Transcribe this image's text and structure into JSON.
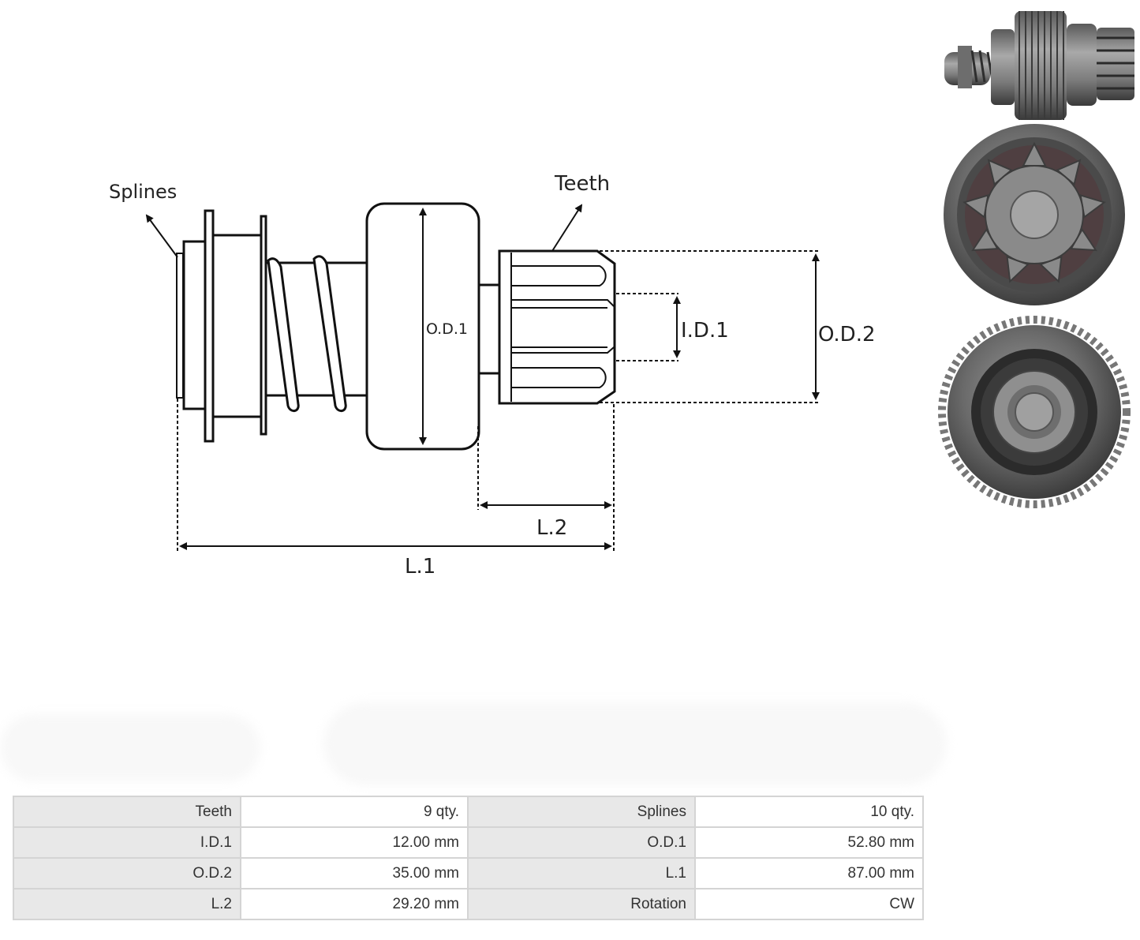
{
  "diagram": {
    "labels": {
      "splines": "Splines",
      "teeth": "Teeth",
      "od1": "O.D.1",
      "id1": "I.D.1",
      "od2": "O.D.2",
      "l2": "L.2",
      "l1": "L.1"
    },
    "photos": [
      "side-view-photo",
      "pinion-end-photo",
      "ring-gear-end-photo"
    ]
  },
  "specs": {
    "rows": [
      [
        {
          "key": "Teeth",
          "value": "9 qty."
        },
        {
          "key": "Splines",
          "value": "10 qty."
        }
      ],
      [
        {
          "key": "I.D.1",
          "value": "12.00 mm"
        },
        {
          "key": "O.D.1",
          "value": "52.80 mm"
        }
      ],
      [
        {
          "key": "O.D.2",
          "value": "35.00 mm"
        },
        {
          "key": "L.1",
          "value": "87.00 mm"
        }
      ],
      [
        {
          "key": "L.2",
          "value": "29.20 mm"
        },
        {
          "key": "Rotation",
          "value": "CW"
        }
      ]
    ]
  }
}
